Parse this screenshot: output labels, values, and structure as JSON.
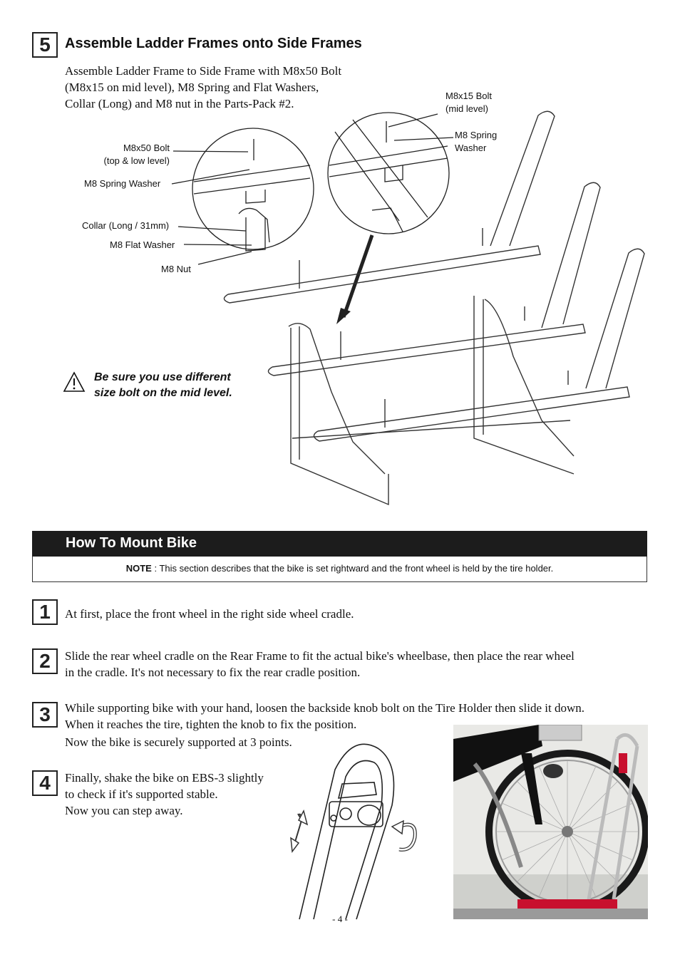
{
  "step5": {
    "number": "5",
    "title": "Assemble Ladder Frames onto Side Frames",
    "instructions": [
      "Assemble Ladder Frame to Side Frame with M8x50 Bolt",
      "(M8x15 on mid level), M8 Spring and Flat Washers,",
      "Collar (Long) and M8 nut in the Parts-Pack #2."
    ],
    "callouts": {
      "bolt_top_1": "M8x50 Bolt",
      "bolt_top_2": "(top & low level)",
      "spring_washer": "M8 Spring Washer",
      "collar": "Collar (Long / 31mm)",
      "flat_washer": "M8 Flat Washer",
      "nut": "M8 Nut",
      "bolt_mid_1": "M8x15 Bolt",
      "bolt_mid_2": "(mid level)",
      "spring_washer_mid_1": "M8 Spring",
      "spring_washer_mid_2": "Washer"
    },
    "warning": [
      "Be sure you use different",
      "size bolt on the mid level."
    ]
  },
  "mount": {
    "title": "How To Mount Bike",
    "note_label": "NOTE",
    "note_text": " : This section describes that the bike is set rightward and the front wheel is held by the tire holder.",
    "steps": [
      {
        "number": "1",
        "lines": [
          "At first, place the front wheel in the right side wheel cradle."
        ]
      },
      {
        "number": "2",
        "lines": [
          "Slide the rear wheel cradle on the Rear Frame to fit the actual bike's wheelbase, then place the rear wheel",
          "in the cradle. It's not necessary to fix the rear cradle position."
        ]
      },
      {
        "number": "3",
        "lines": [
          "While supporting bike with your hand, loosen the backside knob bolt on the Tire Holder then slide it down.",
          "When it reaches the tire, tighten the knob to fix the position.",
          "Now the bike is securely supported at 3 points."
        ]
      },
      {
        "number": "4",
        "lines": [
          "Finally, shake the bike on EBS-3 slightly",
          "to check if it's supported stable.",
          "Now you can step away."
        ]
      }
    ]
  },
  "page_number": "- 4 -"
}
